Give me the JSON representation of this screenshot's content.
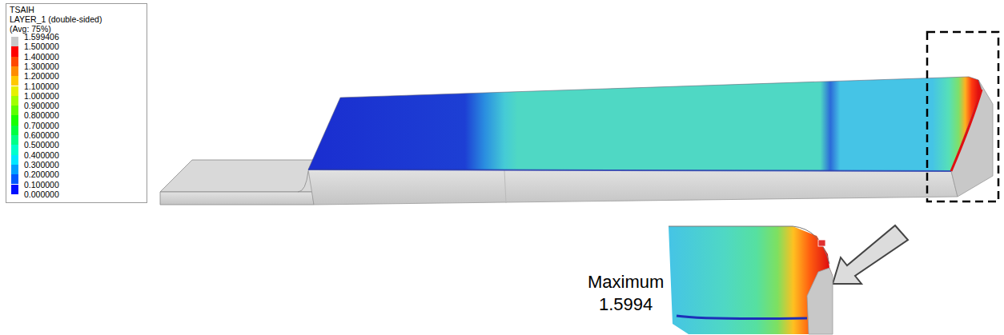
{
  "diagram": {
    "labels": [
      "TSAIH",
      "LAYER_1 (double-sided)",
      "(Avg: 75%)",
      "0.000000",
      "Maximum",
      "1.5994"
    ],
    "legend": [
      {
        "text": "1.599406",
        "color": "#c8c8c8"
      },
      {
        "text": "1.500000",
        "color": "#ff0000"
      },
      {
        "text": "1.400000",
        "color": "#ff4800"
      },
      {
        "text": "1.300000",
        "color": "#ff8c00"
      },
      {
        "text": "1.200000",
        "color": "#ffc800"
      },
      {
        "text": "1.100000",
        "color": "#e6f000"
      },
      {
        "text": "1.000000",
        "color": "#a0ff00"
      },
      {
        "text": "0.900000",
        "color": "#5cff00"
      },
      {
        "text": "0.800000",
        "color": "#18ff00"
      },
      {
        "text": "0.700000",
        "color": "#00ff40"
      },
      {
        "text": "0.600000",
        "color": "#00ff88"
      },
      {
        "text": "0.500000",
        "color": "#00ffcc"
      },
      {
        "text": "0.400000",
        "color": "#00e8ff"
      },
      {
        "text": "0.300000",
        "color": "#00a0ff"
      },
      {
        "text": "0.200000",
        "color": "#0058ff"
      },
      {
        "text": "0.100000",
        "color": "#0010ff"
      }
    ]
  }
}
